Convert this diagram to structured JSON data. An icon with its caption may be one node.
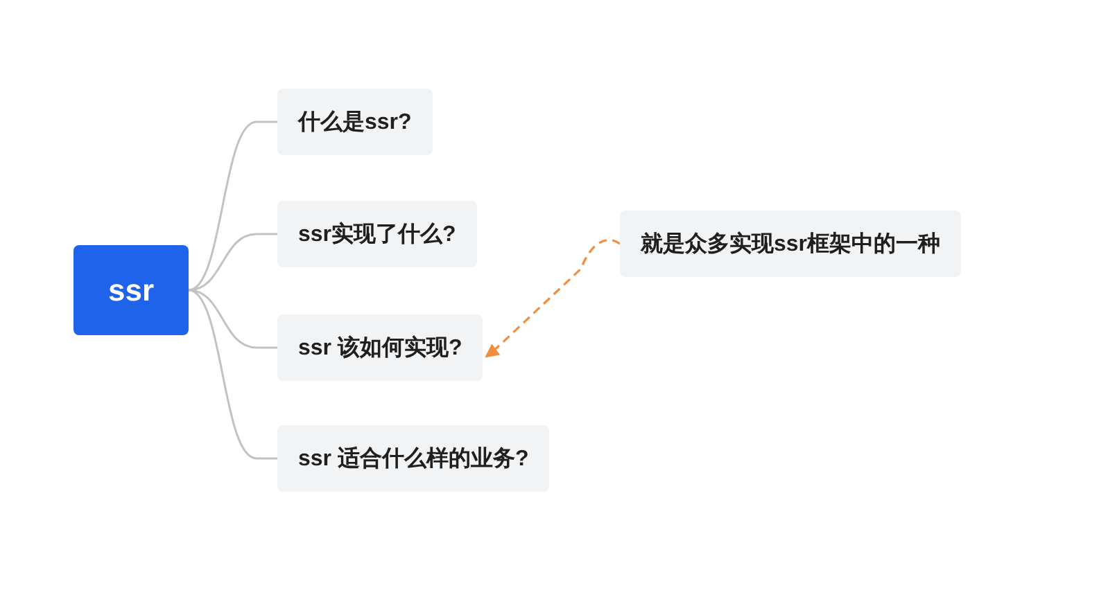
{
  "diagram": {
    "nodes": [
      {
        "text": [
          "ssr"
        ]
      },
      {
        "text": [
          "什么是ssr?"
        ]
      },
      {
        "text": [
          "ssr实现了什么?"
        ]
      },
      {
        "text": [
          "ssr 该如何实现?"
        ]
      },
      {
        "text": [
          "ssr 适合什么样的业务?"
        ]
      },
      {
        "text": [
          "就是众多实现ssr框架中的一种"
        ]
      }
    ],
    "edges": [
      {
        "from": 0,
        "to": 1,
        "arrow": "none"
      },
      {
        "from": 0,
        "to": 2,
        "arrow": "none"
      },
      {
        "from": 0,
        "to": 3,
        "arrow": "none"
      },
      {
        "from": 0,
        "to": 4,
        "arrow": "none"
      },
      {
        "from": 5,
        "to": 3,
        "arrow": "to",
        "style": "dashed",
        "color": "#f28c3f"
      }
    ]
  }
}
